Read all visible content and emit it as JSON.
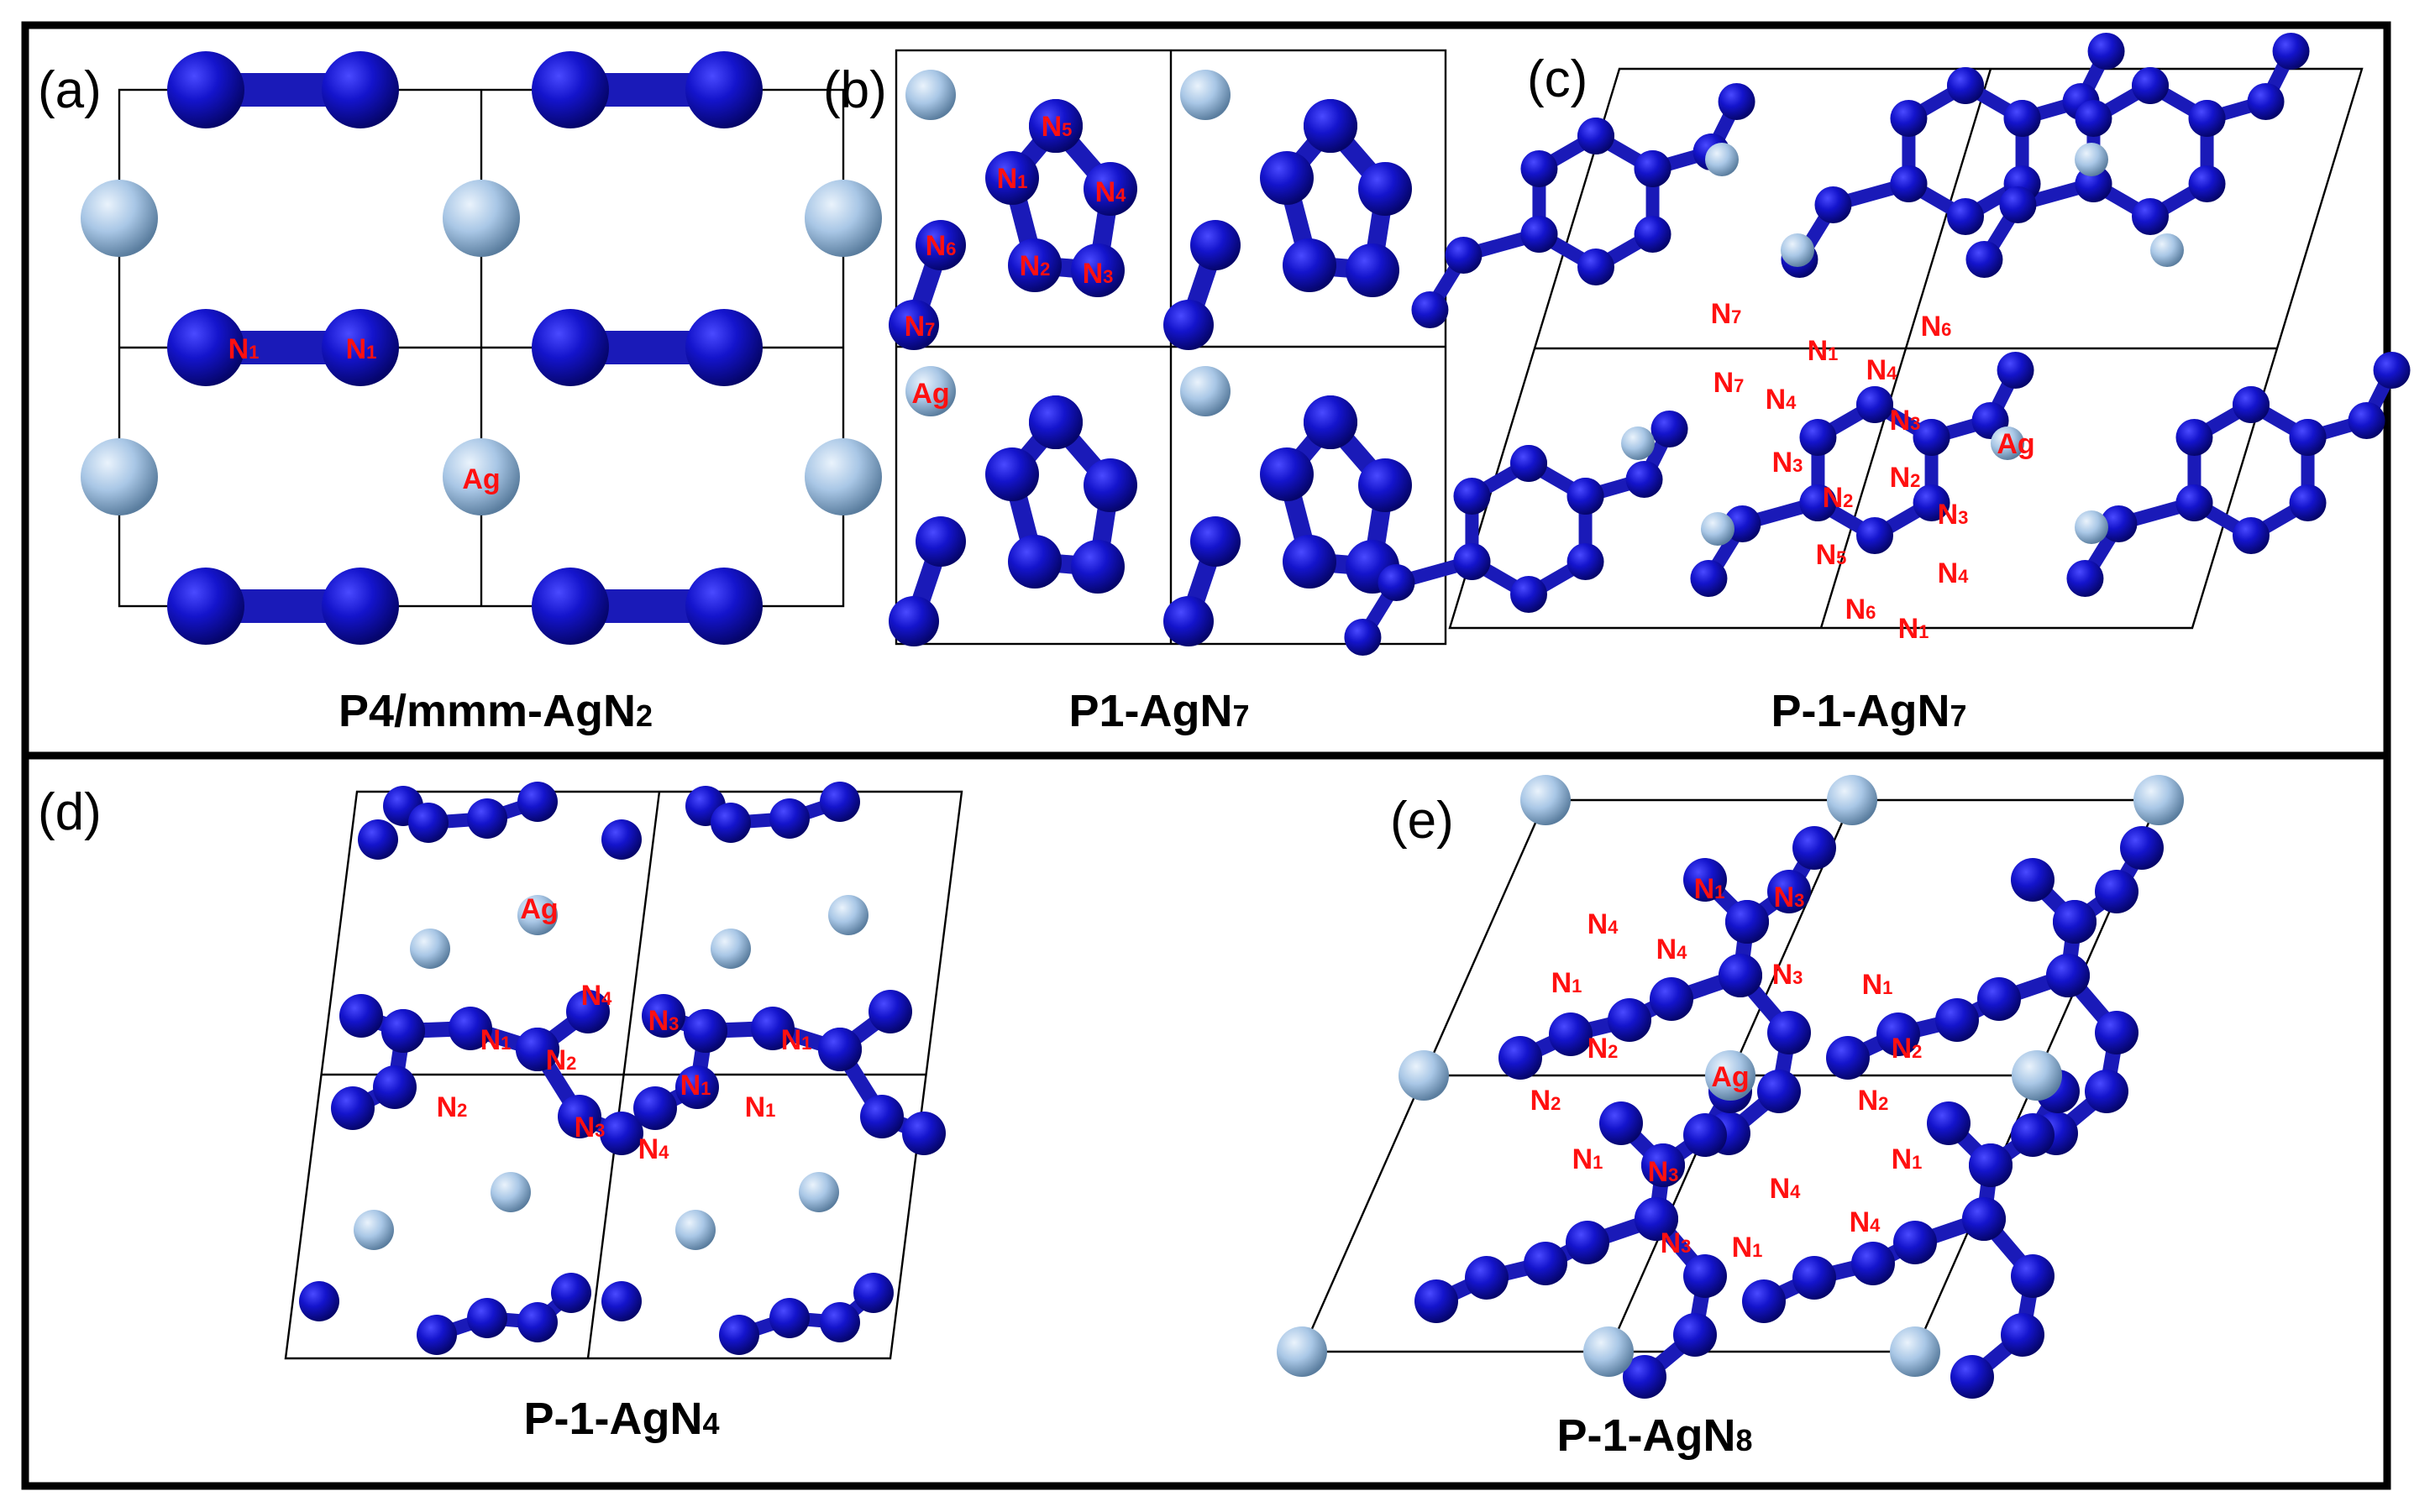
{
  "colors": {
    "nitrogen": "#1515c8",
    "silver": "#a8c8e8",
    "label": "#ff1010",
    "frame": "#000000"
  },
  "panels": [
    {
      "id": "a",
      "label": "(a)",
      "caption_main": "P4/mmm-AgN",
      "caption_sub": "2"
    },
    {
      "id": "b",
      "label": "(b)",
      "caption_main": "P1-AgN",
      "caption_sub": "7"
    },
    {
      "id": "c",
      "label": "(c)",
      "caption_main": "P-1-AgN",
      "caption_sub": "7"
    },
    {
      "id": "d",
      "label": "(d)",
      "caption_main": "P-1-AgN",
      "caption_sub": "4"
    },
    {
      "id": "e",
      "label": "(e)",
      "caption_main": "P-1-AgN",
      "caption_sub": "8"
    }
  ],
  "atom_labels": {
    "a": [
      {
        "el": "N",
        "sub": "1"
      },
      {
        "el": "N",
        "sub": "1"
      },
      {
        "el": "Ag",
        "sub": ""
      }
    ],
    "b": [
      {
        "el": "N",
        "sub": "5"
      },
      {
        "el": "N",
        "sub": "1"
      },
      {
        "el": "N",
        "sub": "4"
      },
      {
        "el": "N",
        "sub": "6"
      },
      {
        "el": "N",
        "sub": "2"
      },
      {
        "el": "N",
        "sub": "3"
      },
      {
        "el": "N",
        "sub": "7"
      },
      {
        "el": "Ag",
        "sub": ""
      }
    ],
    "c": [
      {
        "el": "N",
        "sub": "7"
      },
      {
        "el": "N",
        "sub": "1"
      },
      {
        "el": "N",
        "sub": "4"
      },
      {
        "el": "N",
        "sub": "6"
      },
      {
        "el": "N",
        "sub": "7"
      },
      {
        "el": "N",
        "sub": "4"
      },
      {
        "el": "N",
        "sub": "3"
      },
      {
        "el": "Ag",
        "sub": ""
      },
      {
        "el": "N",
        "sub": "3"
      },
      {
        "el": "N",
        "sub": "2"
      },
      {
        "el": "N",
        "sub": "2"
      },
      {
        "el": "N",
        "sub": "3"
      },
      {
        "el": "N",
        "sub": "5"
      },
      {
        "el": "N",
        "sub": "4"
      },
      {
        "el": "N",
        "sub": "6"
      },
      {
        "el": "N",
        "sub": "1"
      }
    ],
    "d": [
      {
        "el": "Ag",
        "sub": ""
      },
      {
        "el": "N",
        "sub": "4"
      },
      {
        "el": "N",
        "sub": "3"
      },
      {
        "el": "N",
        "sub": "1"
      },
      {
        "el": "N",
        "sub": "2"
      },
      {
        "el": "N",
        "sub": "1"
      },
      {
        "el": "N",
        "sub": "1"
      },
      {
        "el": "N",
        "sub": "2"
      },
      {
        "el": "N",
        "sub": "1"
      },
      {
        "el": "N",
        "sub": "3"
      },
      {
        "el": "N",
        "sub": "4"
      }
    ],
    "e": [
      {
        "el": "N",
        "sub": "1"
      },
      {
        "el": "N",
        "sub": "3"
      },
      {
        "el": "N",
        "sub": "4"
      },
      {
        "el": "N",
        "sub": "4"
      },
      {
        "el": "N",
        "sub": "1"
      },
      {
        "el": "N",
        "sub": "3"
      },
      {
        "el": "N",
        "sub": "1"
      },
      {
        "el": "N",
        "sub": "2"
      },
      {
        "el": "Ag",
        "sub": ""
      },
      {
        "el": "N",
        "sub": "2"
      },
      {
        "el": "N",
        "sub": "2"
      },
      {
        "el": "N",
        "sub": "2"
      },
      {
        "el": "N",
        "sub": "1"
      },
      {
        "el": "N",
        "sub": "3"
      },
      {
        "el": "N",
        "sub": "1"
      },
      {
        "el": "N",
        "sub": "4"
      },
      {
        "el": "N",
        "sub": "4"
      },
      {
        "el": "N",
        "sub": "3"
      },
      {
        "el": "N",
        "sub": "1"
      }
    ]
  }
}
